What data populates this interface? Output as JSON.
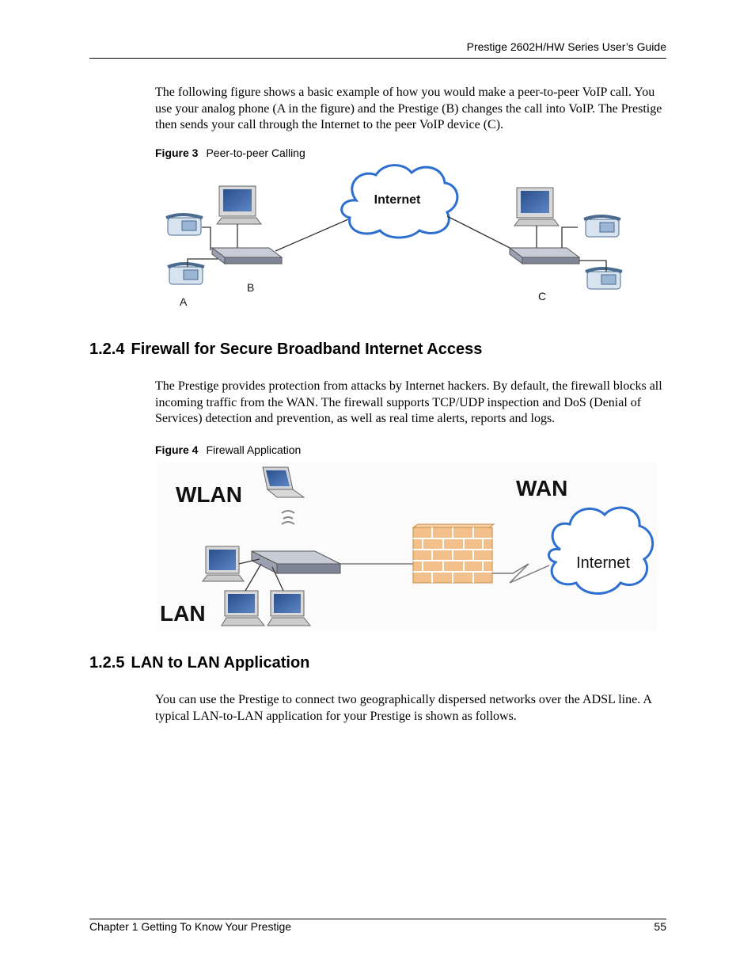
{
  "header": {
    "title": "Prestige 2602H/HW Series User’s Guide"
  },
  "intro_paragraph": "The following figure shows a basic example of how you would make a peer-to-peer VoIP call. You use your analog phone (A in the figure) and the Prestige (B) changes the call into VoIP. The Prestige then sends your call through the Internet to the peer VoIP device (C).",
  "figure3": {
    "label": "Figure 3",
    "caption": "Peer-to-peer Calling",
    "cloud_label": "Internet",
    "label_a": "A",
    "label_b": "B",
    "label_c": "C"
  },
  "section_124": {
    "number": "1.2.4",
    "title": "Firewall for Secure Broadband Internet Access",
    "body": "The Prestige provides protection from attacks by Internet hackers. By default, the firewall blocks all incoming traffic from the WAN. The firewall supports TCP/UDP inspection and DoS (Denial of Services) detection and prevention, as well as real time alerts, reports and logs."
  },
  "figure4": {
    "label": "Figure 4",
    "caption": "Firewall Application",
    "wlan_label": "WLAN",
    "wan_label": "WAN",
    "lan_label": "LAN",
    "cloud_label": "Internet"
  },
  "section_125": {
    "number": "1.2.5",
    "title": "LAN to LAN Application",
    "body": "You can use the Prestige to connect two geographically dispersed networks over the ADSL line.  A typical LAN-to-LAN application for your Prestige is shown as follows."
  },
  "footer": {
    "chapter": "Chapter 1 Getting To Know Your Prestige",
    "page_number": "55"
  }
}
